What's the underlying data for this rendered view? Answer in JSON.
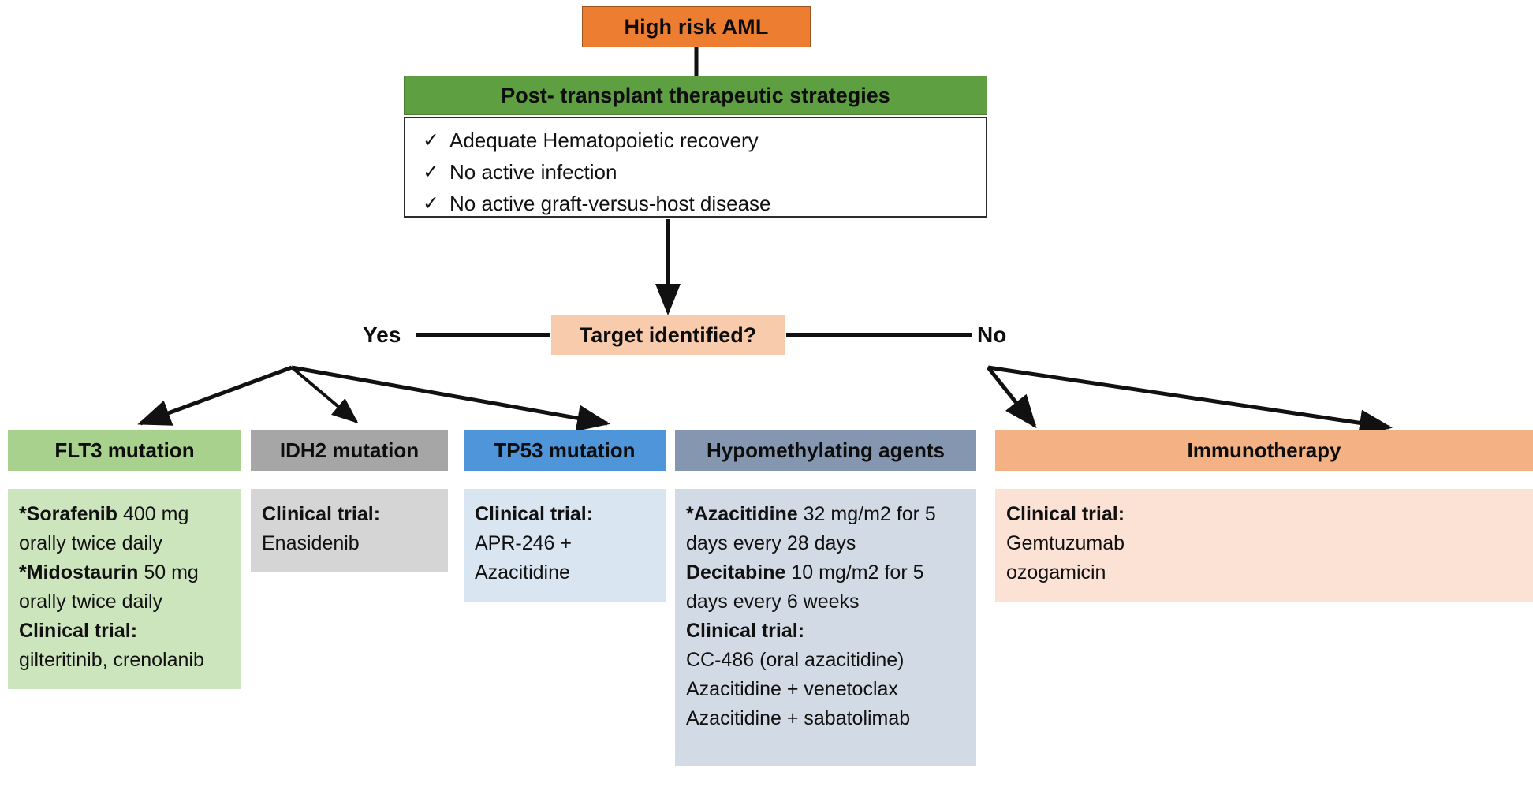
{
  "flowchart": {
    "title_node": "High risk AML",
    "strategies_node": "Post- transplant therapeutic strategies",
    "checklist": {
      "mark": "✓",
      "items": [
        "Adequate Hematopoietic recovery",
        "No active infection",
        "No active graft-versus-host disease"
      ]
    },
    "decision": {
      "question": "Target identified?",
      "yes_label": "Yes",
      "no_label": "No"
    },
    "columns": [
      {
        "id": "flt3",
        "header": "FLT3 mutation",
        "header_color": "#A9D18E",
        "body_color": "#CDE5BD",
        "lines": [
          {
            "bold": "*Sorafenib",
            "rest": " 400 mg orally twice daily"
          },
          {
            "bold": "*Midostaurin",
            "rest": " 50 mg orally twice daily"
          },
          {
            "bold": "Clinical trial:",
            "rest": ""
          },
          {
            "bold": "",
            "rest": "gilteritinib, crenolanib"
          }
        ]
      },
      {
        "id": "idh2",
        "header": "IDH2 mutation",
        "header_color": "#A6A6A6",
        "body_color": "#D5D5D5",
        "lines": [
          {
            "bold": "Clinical trial:",
            "rest": ""
          },
          {
            "bold": "",
            "rest": "Enasidenib"
          }
        ]
      },
      {
        "id": "tp53",
        "header": "TP53 mutation",
        "header_color": "#4E95D9",
        "body_color": "#DAE5F2",
        "lines": [
          {
            "bold": "Clinical trial:",
            "rest": ""
          },
          {
            "bold": "",
            "rest": "APR-246 +"
          },
          {
            "bold": "",
            "rest": "Azacitidine"
          }
        ]
      },
      {
        "id": "hma",
        "header": "Hypomethylating agents",
        "header_color": "#8496B0",
        "body_color": "#D2DAE5",
        "lines": [
          {
            "bold": "*Azacitidine",
            "rest": " 32 mg/m2 for 5 days every 28 days"
          },
          {
            "bold": "Decitabine",
            "rest": " 10 mg/m2 for 5 days every 6 weeks"
          },
          {
            "bold": "Clinical trial:",
            "rest": ""
          },
          {
            "bold": "",
            "rest": "CC-486 (oral azacitidine)"
          },
          {
            "bold": "",
            "rest": "Azacitidine + venetoclax"
          },
          {
            "bold": "",
            "rest": "Azacitidine + sabatolimab"
          }
        ]
      },
      {
        "id": "immuno",
        "header": "Immunotherapy",
        "header_color": "#F4B183",
        "body_color": "#FBE2D5",
        "lines": [
          {
            "bold": "Clinical trial:",
            "rest": ""
          },
          {
            "bold": "",
            "rest": "Gemtuzumab"
          },
          {
            "bold": "",
            "rest": "ozogamicin"
          }
        ]
      }
    ],
    "colors": {
      "high_risk": "#ED7D31",
      "strategies": "#5E9F41",
      "decision": "#F8CBAD",
      "connector": "#111111"
    }
  }
}
